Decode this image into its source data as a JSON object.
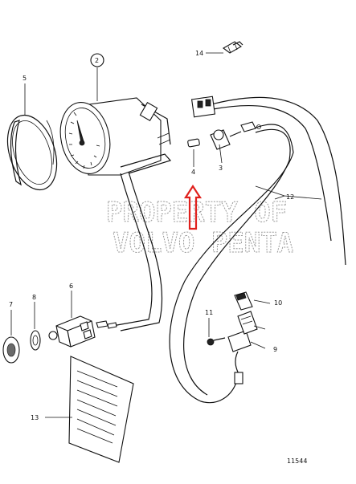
{
  "callouts": {
    "c1": "2",
    "c2": "5",
    "c3": "14",
    "c4": "4",
    "c5": "3",
    "c6": "12",
    "c7": "7",
    "c8": "8",
    "c9": "6",
    "c10": "11",
    "c11": "10",
    "c12": "9",
    "c13": "13"
  },
  "watermark": {
    "line1": "PROPERTY OF",
    "line2": "VOLVO PENTA"
  },
  "figure_number": "11544",
  "colors": {
    "ink": "#111111",
    "watermark": "#9a9a9a",
    "arrow": "#e0201c"
  }
}
